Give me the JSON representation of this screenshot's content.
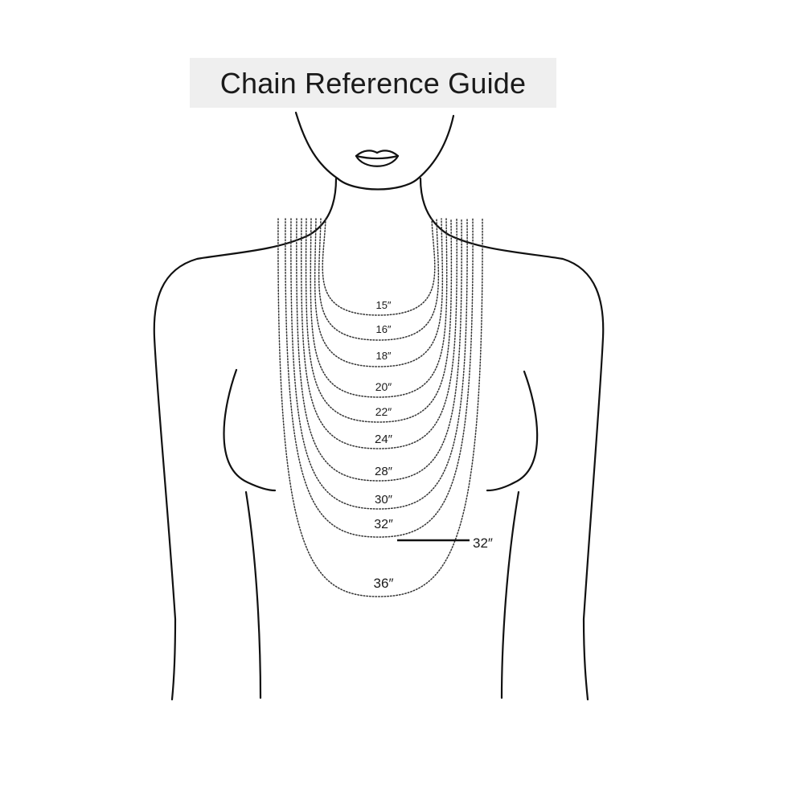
{
  "title": "Chain Reference Guide",
  "chains": [
    {
      "label": "15″"
    },
    {
      "label": "16″"
    },
    {
      "label": "18″"
    },
    {
      "label": "20″"
    },
    {
      "label": "22″"
    },
    {
      "label": "24″"
    },
    {
      "label": "28″"
    },
    {
      "label": "30″"
    },
    {
      "label": "32″"
    },
    {
      "label": "36″"
    }
  ],
  "callout": {
    "label": "32″"
  }
}
